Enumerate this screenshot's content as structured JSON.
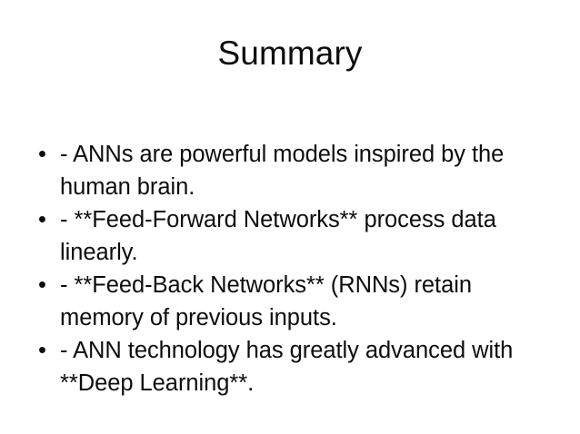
{
  "slide": {
    "title": "Summary",
    "background_color": "#ffffff",
    "text_color": "#0d0d0d",
    "bullet_glyph": "•",
    "bullets": [
      {
        "text": "- ANNs are powerful models inspired by the human brain."
      },
      {
        "text": "- **Feed-Forward Networks** process data linearly."
      },
      {
        "text": "- **Feed-Back Networks** (RNNs) retain memory of previous inputs."
      },
      {
        "text": "- ANN technology has greatly advanced with **Deep Learning**."
      }
    ]
  }
}
